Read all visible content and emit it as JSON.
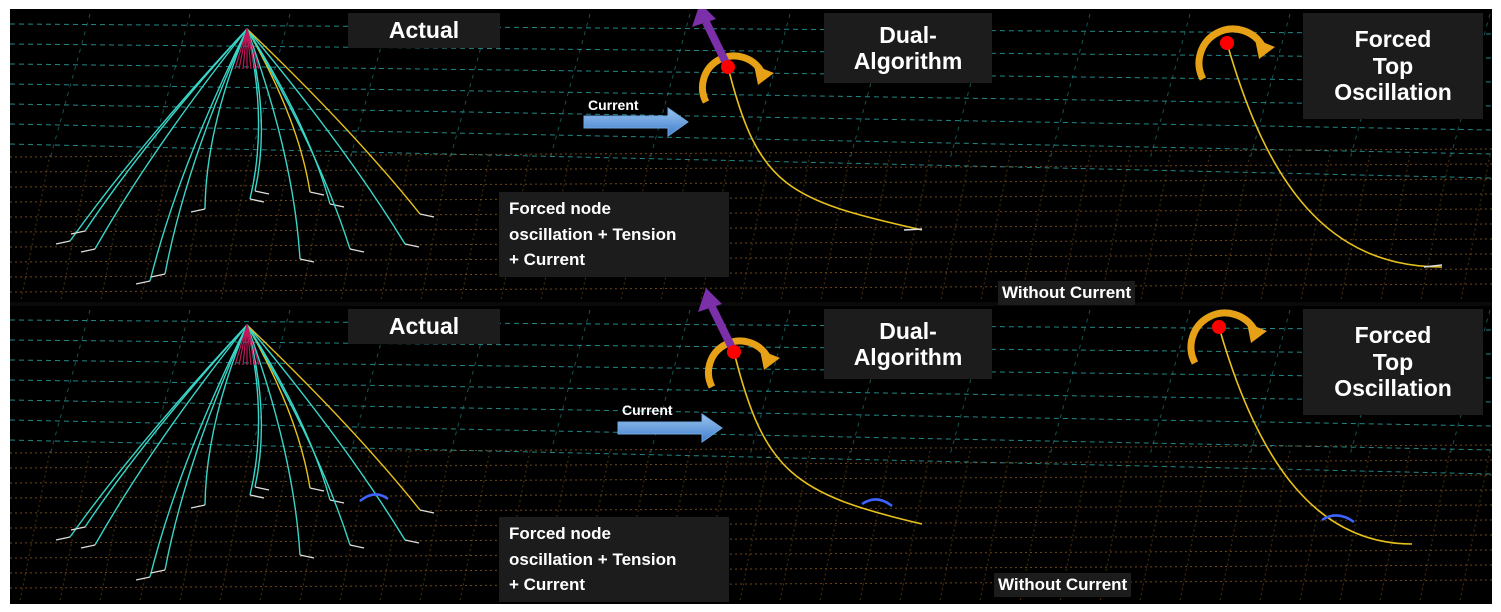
{
  "panels": {
    "top": {
      "actual_label": "Actual",
      "dual_label_lines": [
        "Dual-",
        "Algorithm"
      ],
      "forced_label_lines": [
        "Forced",
        "Top",
        "Oscillation"
      ],
      "current_label": "Current",
      "note_lines": [
        "Forced node",
        "oscillation + Tension",
        "+ Current"
      ],
      "without_current": "Without Current"
    },
    "bottom": {
      "actual_label": "Actual",
      "dual_label_lines": [
        "Dual-",
        "Algorithm"
      ],
      "forced_label_lines": [
        "Forced",
        "Top",
        "Oscillation"
      ],
      "current_label": "Current",
      "note_lines": [
        "Forced node",
        "oscillation + Tension",
        "+ Current"
      ],
      "without_current": "Without Current"
    }
  },
  "colors": {
    "background": "#000000",
    "grid_upper": "#2fb5b5",
    "grid_lower": "#8a5a1f",
    "cable_cyan": "#37d6c8",
    "cable_yellow": "#e8c21a",
    "cable_tip_pink": "#c2185b",
    "rotation_arrow": "#e6a117",
    "top_node": "#ff0000",
    "vector_arrow": "#7b2fa8",
    "current_arrow": "#5b9bd5",
    "seafloor_blue": "#3f63ff",
    "label_bg": "#1c1c1c"
  }
}
